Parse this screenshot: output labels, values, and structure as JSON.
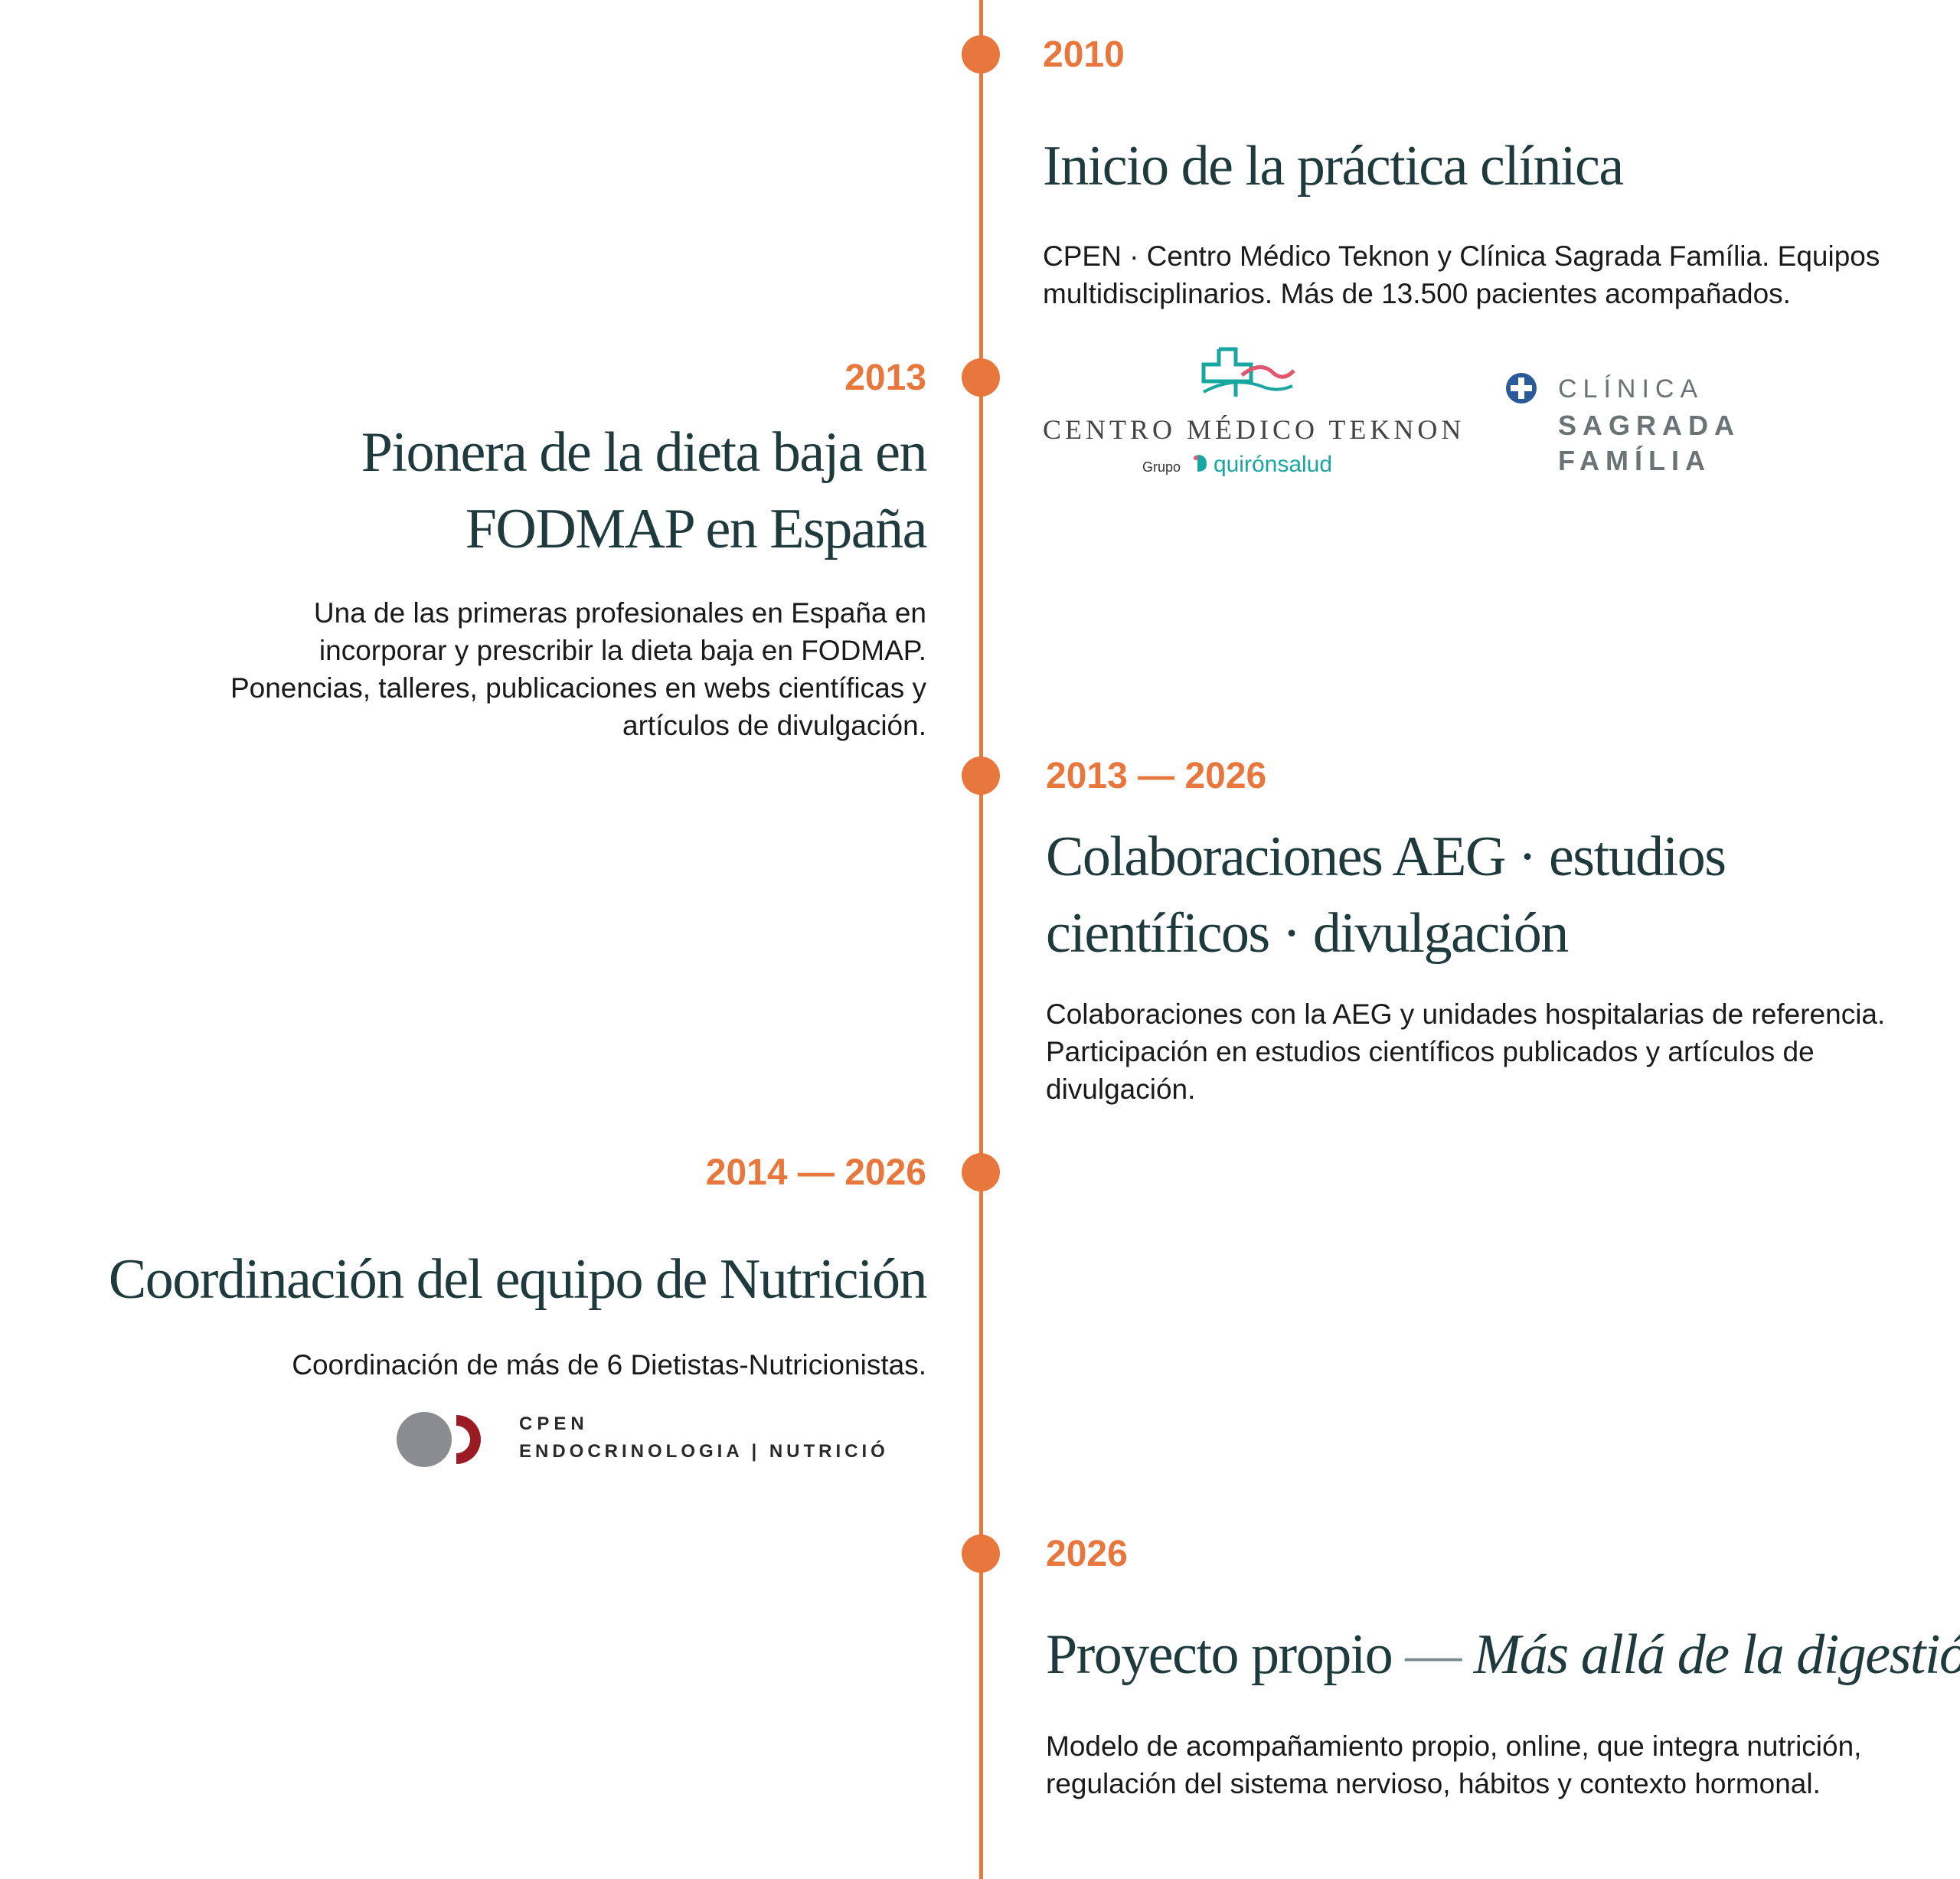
{
  "colors": {
    "accent": "#e8773d",
    "heading": "#1f3a3d",
    "text": "#1a1a1a",
    "teal": "#1aa6a0",
    "logo_gray": "#6c7377",
    "cpen_red": "#9a1c22"
  },
  "entries": [
    {
      "year": "2010",
      "title": "Inicio de la práctica clínica",
      "description": "CPEN · Centro Médico Teknon y Clínica Sagrada Família. Equipos multidisciplinarios. Más de 13.500 pacientes acompañados."
    },
    {
      "year": "2013",
      "title_line1": "Pionera de la dieta baja en",
      "title_line2": "FODMAP en España",
      "description": "Una de las primeras profesionales en España en incorporar y prescribir la dieta baja en FODMAP. Ponencias, talleres, publicaciones en webs científicas y artículos de divulgación."
    },
    {
      "year": "2013 — 2026",
      "title_line1": "Colaboraciones AEG · estudios",
      "title_line2": "científicos · divulgación",
      "description": "Colaboraciones con la AEG y unidades hospitalarias de referencia. Participación en estudios científicos publicados y artículos de divulgación."
    },
    {
      "year": "2014 — 2026",
      "title": "Coordinación del equipo de Nutrición",
      "description": "Coordinación de más de 6 Dietistas-Nutricionistas."
    },
    {
      "year": "2026",
      "title_main": "Proyecto propio",
      "title_dash": "—",
      "title_italic": "Más allá de la digestión",
      "description": "Modelo de acompañamiento propio, online, que integra nutrición, regulación del sistema nervioso, hábitos y contexto hormonal."
    }
  ],
  "logos": {
    "teknon": {
      "name": "CENTRO MÉDICO TEKNON",
      "group_label": "Grupo",
      "group_name": "quirónsalud",
      "icon": "teknon-cross-wave-icon"
    },
    "sagrada": {
      "line1": "CLÍNICA",
      "line2": "SAGRADA",
      "line3": "FAMÍLIA",
      "icon": "sagrada-cross-icon"
    },
    "cpen": {
      "line1": "CPEN",
      "line2": "ENDOCRINOLOGIA | NUTRICIÓ",
      "icon": "cpen-circles-icon"
    }
  }
}
